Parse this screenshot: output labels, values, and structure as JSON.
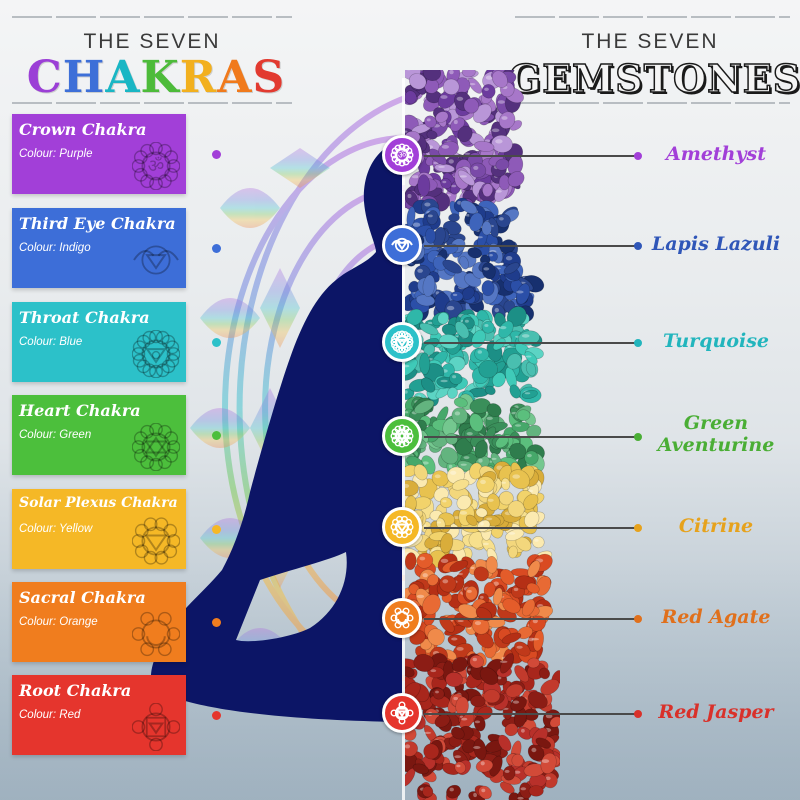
{
  "header": {
    "left_small": "THE SEVEN",
    "left_big": [
      "C",
      "H",
      "A",
      "K",
      "R",
      "A",
      "S"
    ],
    "left_big_colors": [
      "#9b3fd6",
      "#3d6fd8",
      "#19b6c4",
      "#4dbb3a",
      "#f2b01e",
      "#f07a1c",
      "#e23a30"
    ],
    "right_small": "THE SEVEN",
    "right_big": "GEMSTONES"
  },
  "chakras": [
    {
      "title": "Crown Chakra",
      "colour": "Colour: Purple",
      "color": "#a23fd8",
      "icon": "om-icon",
      "gem": "Amethyst"
    },
    {
      "title": "Third Eye Chakra",
      "colour": "Colour: Indigo",
      "color": "#3d6ed8",
      "icon": "third-eye-icon",
      "gem": "Lapis Lazuli"
    },
    {
      "title": "Throat Chakra",
      "colour": "Colour: Blue",
      "color": "#2cc1c9",
      "icon": "throat-icon",
      "gem": "Turquoise"
    },
    {
      "title": "Heart Chakra",
      "colour": "Colour: Green",
      "color": "#4cbf3c",
      "icon": "heart-star-icon",
      "gem": "Green Aventurine"
    },
    {
      "title": "Solar Plexus Chakra",
      "colour": "Colour: Yellow",
      "color": "#f5b826",
      "icon": "solar-plexus-icon",
      "gem": "Citrine"
    },
    {
      "title": "Sacral Chakra",
      "colour": "Colour: Orange",
      "color": "#f07d1e",
      "icon": "sacral-icon",
      "gem": "Red Agate"
    },
    {
      "title": "Root Chakra",
      "colour": "Colour: Red",
      "color": "#e5352d",
      "icon": "root-icon",
      "gem": "Red Jasper"
    }
  ],
  "gems": [
    {
      "line1": "Amethyst",
      "line2": "",
      "color": "#a23fd8"
    },
    {
      "line1": "Lapis Lazuli",
      "line2": "",
      "color": "#2f56b8"
    },
    {
      "line1": "Turquoise",
      "line2": "",
      "color": "#22b5bd"
    },
    {
      "line1": "Green",
      "line2": "Aventurine",
      "color": "#4aae35"
    },
    {
      "line1": "Citrine",
      "line2": "",
      "color": "#e6a21c"
    },
    {
      "line1": "Red Agate",
      "line2": "",
      "color": "#e0701c"
    },
    {
      "line1": "Red Jasper",
      "line2": "",
      "color": "#d9312a"
    }
  ],
  "silhouette_color": "#0c1566"
}
